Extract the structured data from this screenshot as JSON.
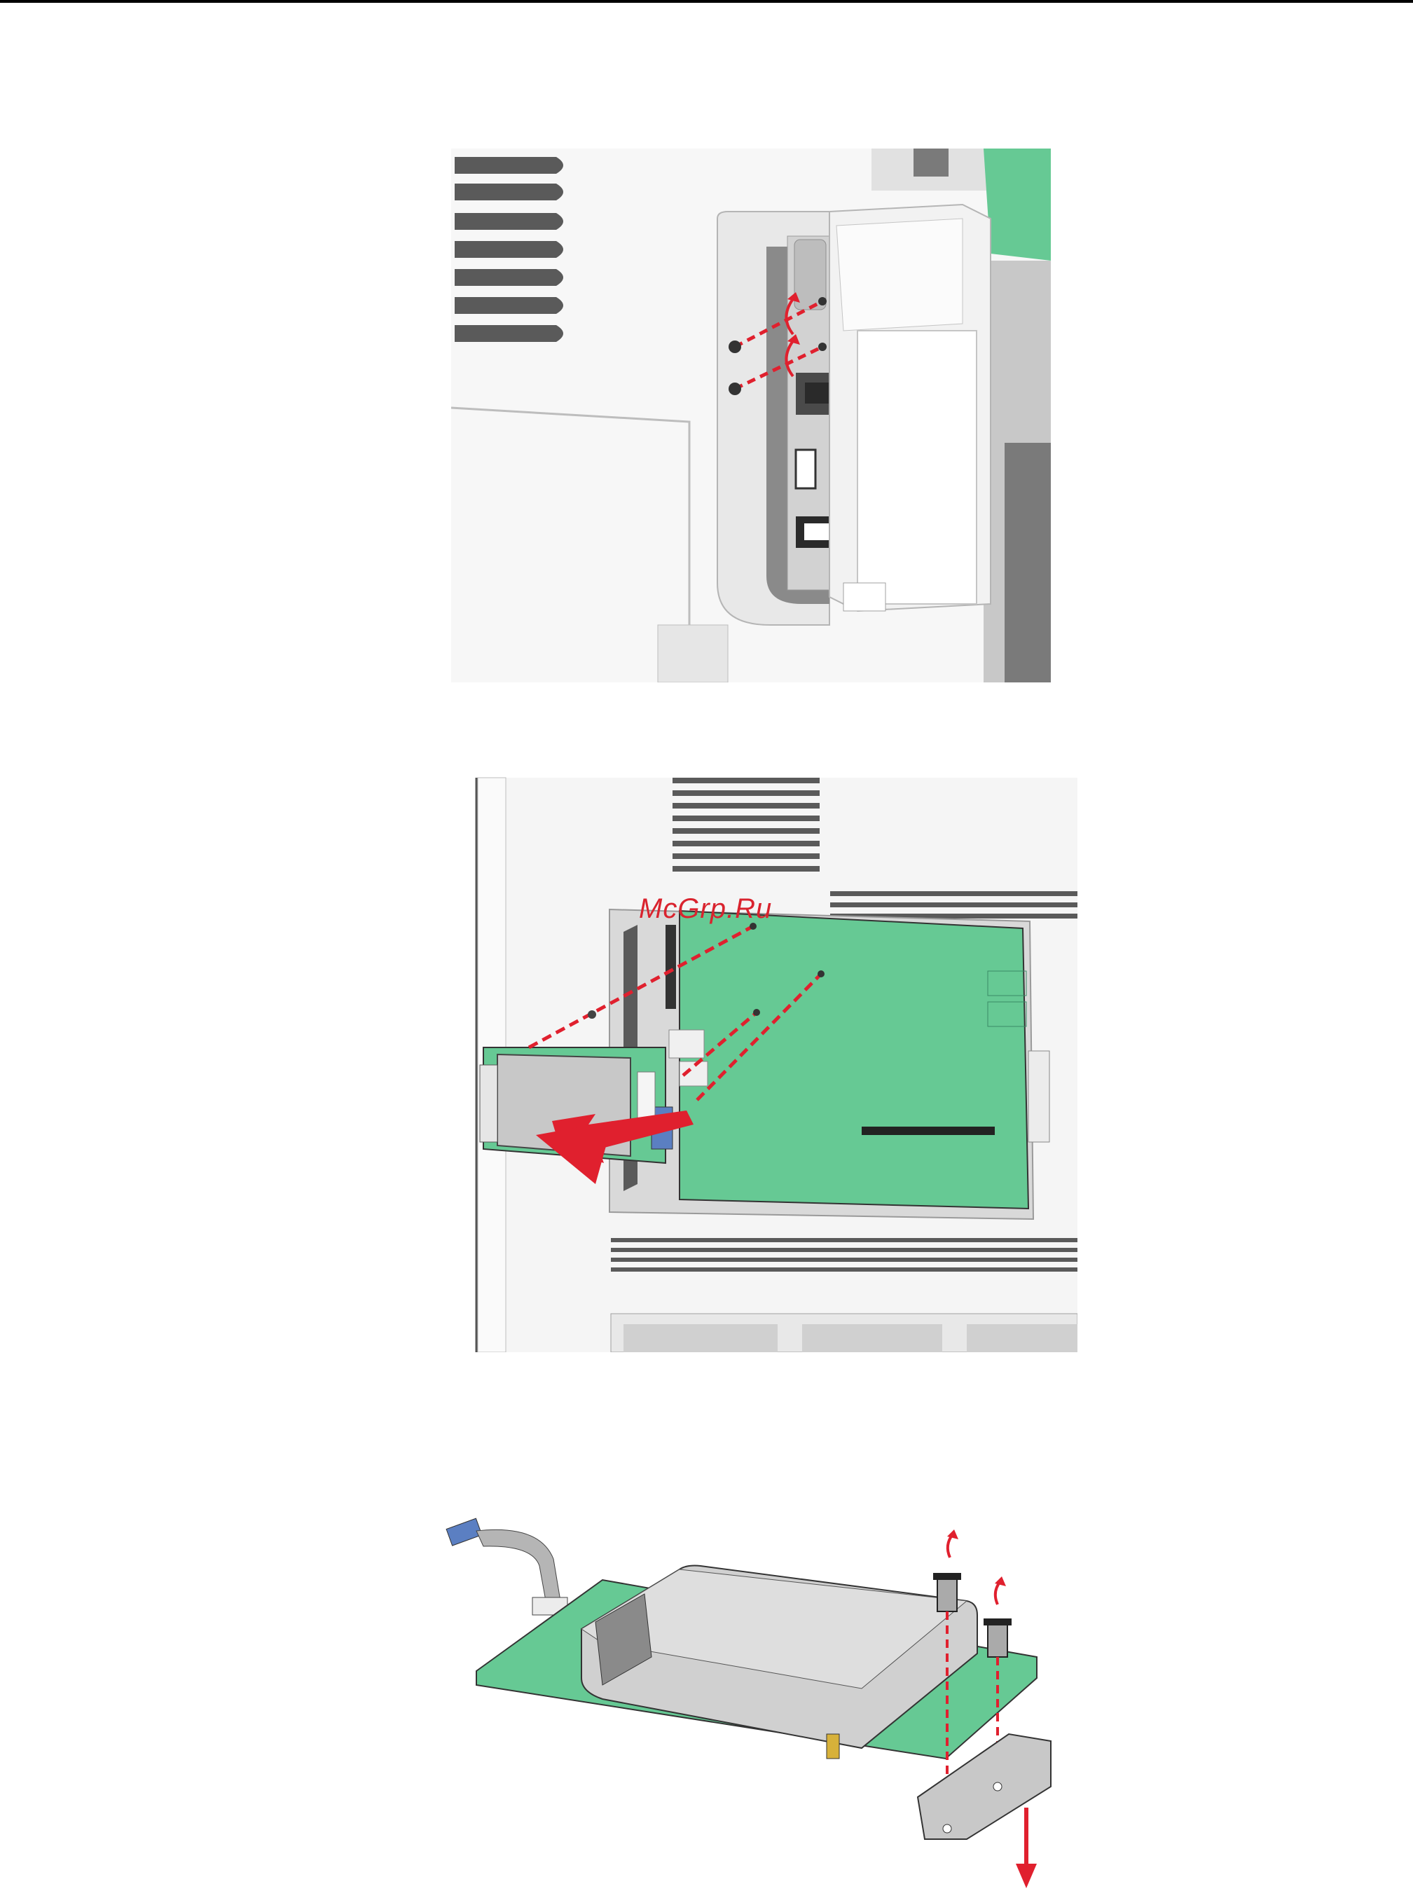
{
  "page": {
    "figures": [
      {
        "id": "fig1",
        "subject": "printer-rear-port-panel-screw-removal"
      },
      {
        "id": "fig2",
        "subject": "system-board-hard-disk-removal"
      },
      {
        "id": "fig3",
        "subject": "hard-disk-bracket-removal"
      }
    ],
    "watermark": "McGrp.Ru"
  },
  "colors": {
    "green": "#66c994",
    "red": "#e0202e",
    "gray_dark": "#5a5a5a",
    "gray_light": "#ececec",
    "cable_blue": "#5b7fc2"
  }
}
